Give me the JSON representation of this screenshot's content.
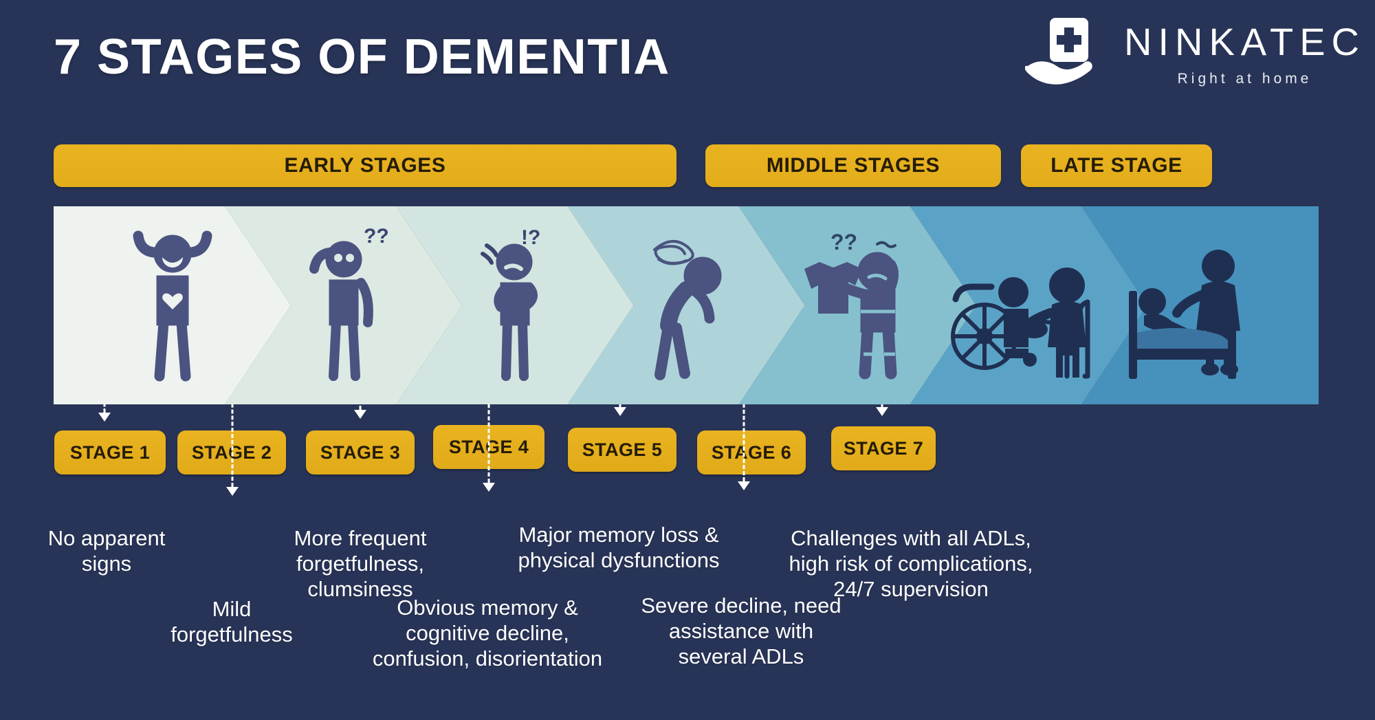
{
  "header": {
    "title": "7 STAGES OF DEMENTIA",
    "logo": {
      "name": "NINKATEC",
      "tagline": "Right at home",
      "mark_icon": "hand-holding-medical-cross-icon"
    }
  },
  "colors": {
    "background": "#283457",
    "accent_yellow": "#eab320",
    "text_light": "#ffffff",
    "figure_navy": "#4b5380",
    "figure_dark": "#1f2f52"
  },
  "group_banners": [
    {
      "label": "EARLY STAGES",
      "covers": "Stages 1-4"
    },
    {
      "label": "MIDDLE STAGES",
      "covers": "Stages 5-6"
    },
    {
      "label": "LATE STAGE",
      "covers": "Stage 7"
    }
  ],
  "stages": [
    {
      "pill": "STAGE 1",
      "description": "No apparent\nsigns",
      "icon": "person-arms-raised-happy-heart-icon",
      "chevron_color": "#eef3f0"
    },
    {
      "pill": "STAGE 2",
      "description": "Mild\nforgetfulness",
      "icon": "person-scratching-head-question-marks-icon",
      "chevron_color": "#dde9e3"
    },
    {
      "pill": "STAGE 3",
      "description": "More frequent\nforgetfulness,\nclumsiness",
      "icon": "person-confused-sweating-exclamation-question-icon",
      "chevron_color": "#d3e5e0"
    },
    {
      "pill": "STAGE 4",
      "description": "Obvious memory &\ncognitive decline,\nconfusion, disorientation",
      "icon": "person-hunched-scribble-head-icon",
      "chevron_color": "#aed4d9"
    },
    {
      "pill": "STAGE 5",
      "description": "Major memory loss &\nphysical dysfunctions",
      "icon": "person-holding-shirt-confused-icon",
      "chevron_color": "#86c0cf"
    },
    {
      "pill": "STAGE 6",
      "description": "Severe decline, need\nassistance with\nseveral ADLs",
      "icon": "wheelchair-person-being-fed-icon",
      "chevron_color": "#5ba3c6"
    },
    {
      "pill": "STAGE 7",
      "description": "Challenges with all ADLs,\nhigh risk of complications,\n24/7 supervision",
      "icon": "bedridden-person-caregiver-icon",
      "chevron_color": "#4692bd"
    }
  ]
}
